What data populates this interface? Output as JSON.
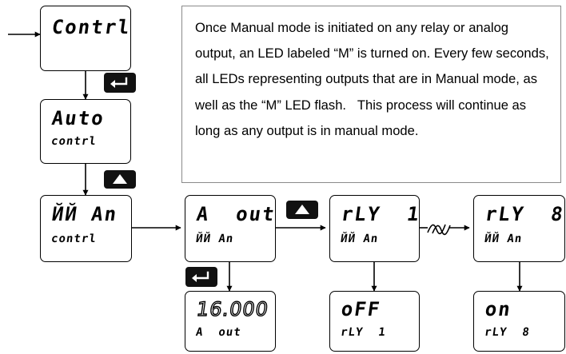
{
  "description": "Once Manual mode is initiated on any relay or analog output, an LED labeled “M” is turned on. Every few seconds, all LEDs representing outputs that are in Manual mode, as well as the “M” LED flash.   This process will continue as long as any output is in manual mode.",
  "menu": {
    "contrl": {
      "line1": "Contrl"
    },
    "auto": {
      "line1": "Auto",
      "line2": "contrl"
    },
    "man": {
      "line1": "ЙЙ An",
      "line2": "contrl"
    },
    "aout": {
      "line1": "A  out",
      "line2": "ЙЙ An"
    },
    "aout_value": {
      "line1": "16.000",
      "line2": "A  out"
    },
    "rly1": {
      "line1": "rLY  1",
      "line2": "ЙЙ An"
    },
    "rly1_state": {
      "line1": "oFF",
      "line2": "rLY  1"
    },
    "rly8": {
      "line1": "rLY  8",
      "line2": "ЙЙ An"
    },
    "rly8_state": {
      "line1": "on",
      "line2": "rLY  8"
    }
  },
  "icons": {
    "enter_key": "enter-key-icon",
    "up_key": "up-arrow-key-icon",
    "skip": "squiggle-break-icon"
  }
}
